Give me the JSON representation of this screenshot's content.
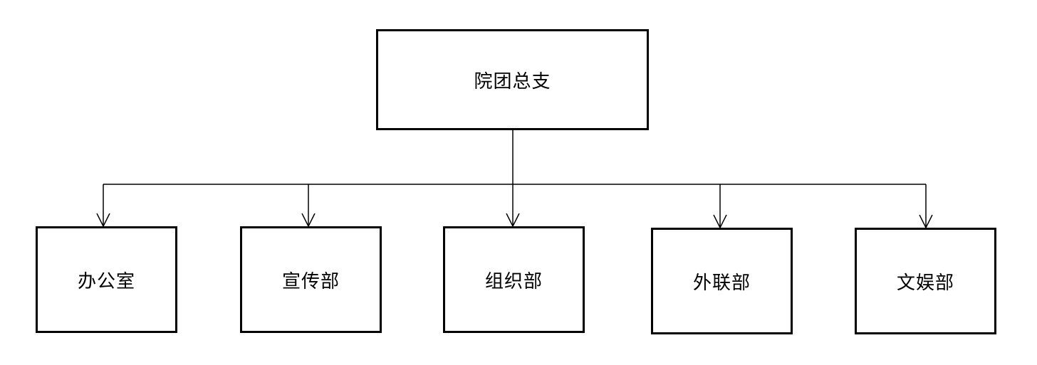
{
  "diagram": {
    "root": {
      "label": "院团总支"
    },
    "children": [
      {
        "label": "办公室"
      },
      {
        "label": "宣传部"
      },
      {
        "label": "组织部"
      },
      {
        "label": "外联部"
      },
      {
        "label": "文娱部"
      }
    ],
    "colors": {
      "line": "#000000",
      "box_border": "#000000",
      "background": "#ffffff"
    }
  }
}
